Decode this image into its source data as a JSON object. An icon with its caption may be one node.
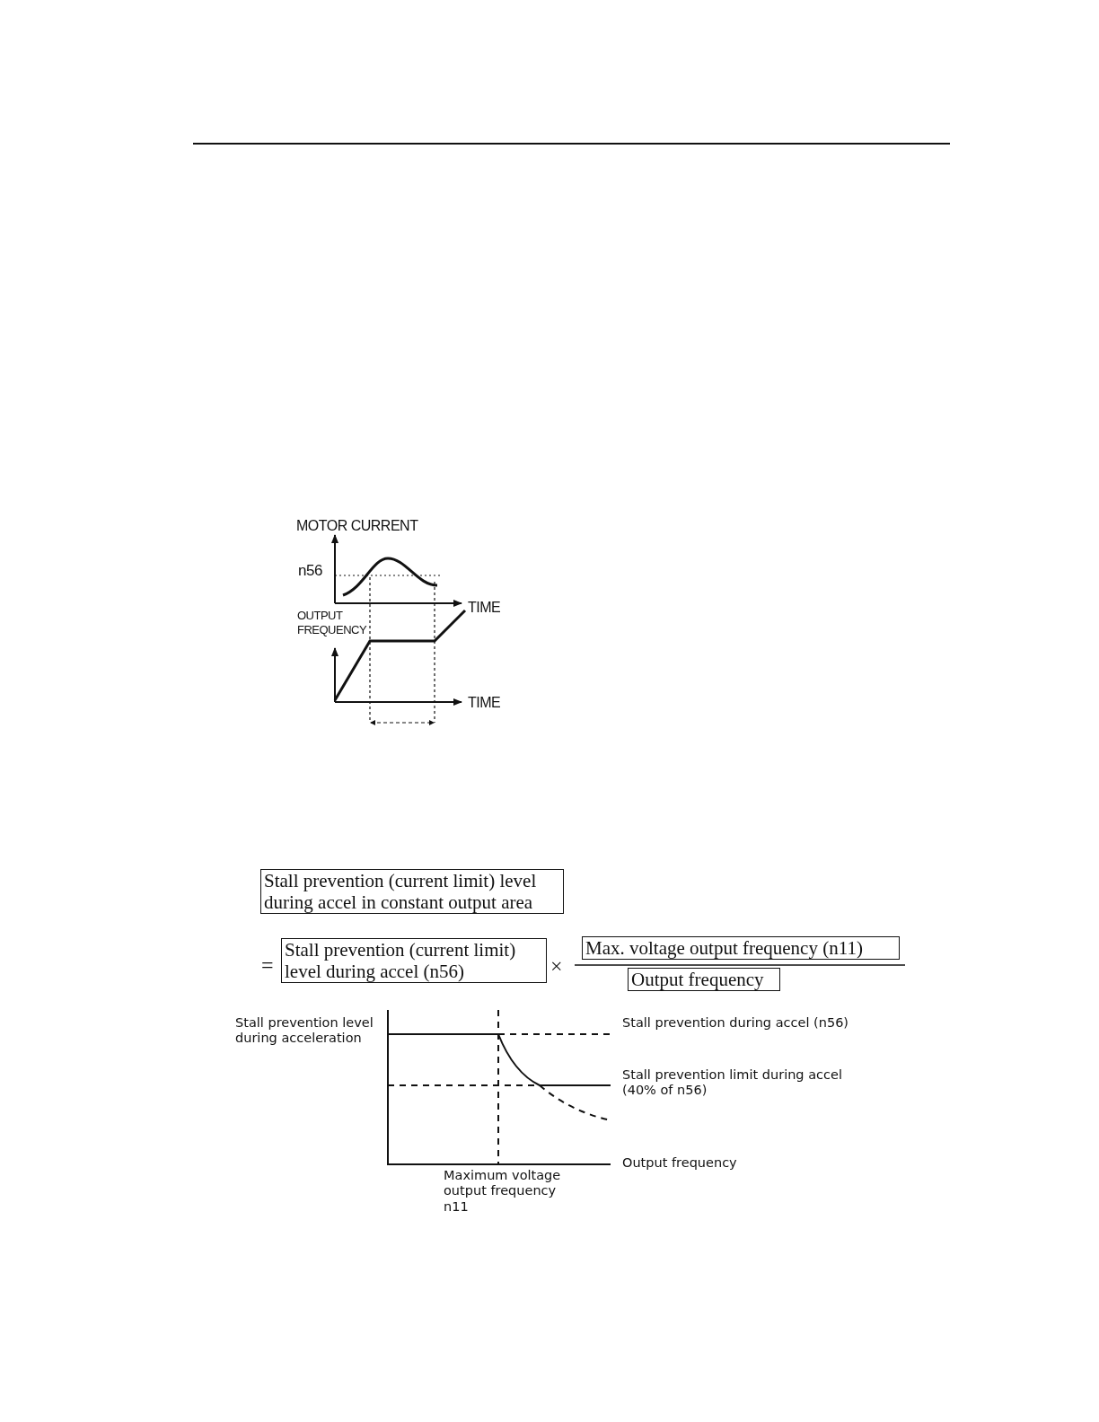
{
  "diagram": {
    "nodes": [
      {
        "text": [
          "Stall prevention (current limit) level during accel in constant output area"
        ]
      },
      {
        "text": [
          "Stall prevention (current limit) level during accel (n56)"
        ]
      },
      {
        "text": [
          "Max. voltage output frequency (n11)"
        ]
      },
      {
        "text": [
          "Output frequency"
        ]
      }
    ],
    "edges": [],
    "labels": [
      "MOTOR CURRENT",
      "n56",
      "TIME",
      "OUTPUT FREQUENCY",
      "TIME",
      "=",
      "×",
      "Stall prevention level during acceleration",
      "Stall prevention during accel (n56)",
      "Stall prevention limit during accel (40% of n56)",
      "Output frequency",
      "Maximum voltage output frequency n11"
    ]
  }
}
